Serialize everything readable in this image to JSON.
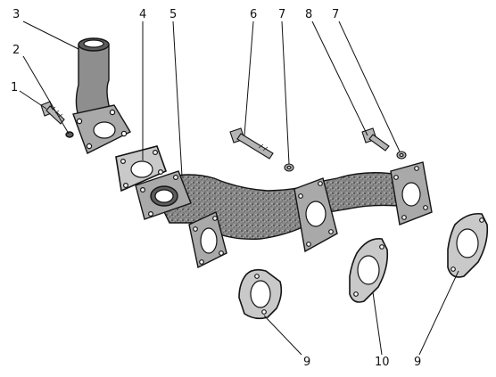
{
  "diagram": {
    "callouts": [
      {
        "id": "c1",
        "label": "1"
      },
      {
        "id": "c2",
        "label": "2"
      },
      {
        "id": "c3",
        "label": "3"
      },
      {
        "id": "c4",
        "label": "4"
      },
      {
        "id": "c5",
        "label": "5"
      },
      {
        "id": "c6",
        "label": "6"
      },
      {
        "id": "c7a",
        "label": "7"
      },
      {
        "id": "c8",
        "label": "8"
      },
      {
        "id": "c7b",
        "label": "7"
      },
      {
        "id": "c9a",
        "label": "9"
      },
      {
        "id": "c10",
        "label": "10"
      },
      {
        "id": "c9b",
        "label": "9"
      }
    ],
    "colors": {
      "line": "#141414",
      "metal": "#8e8e8e",
      "gasket": "#c9c9c9",
      "background": "#ffffff"
    }
  }
}
